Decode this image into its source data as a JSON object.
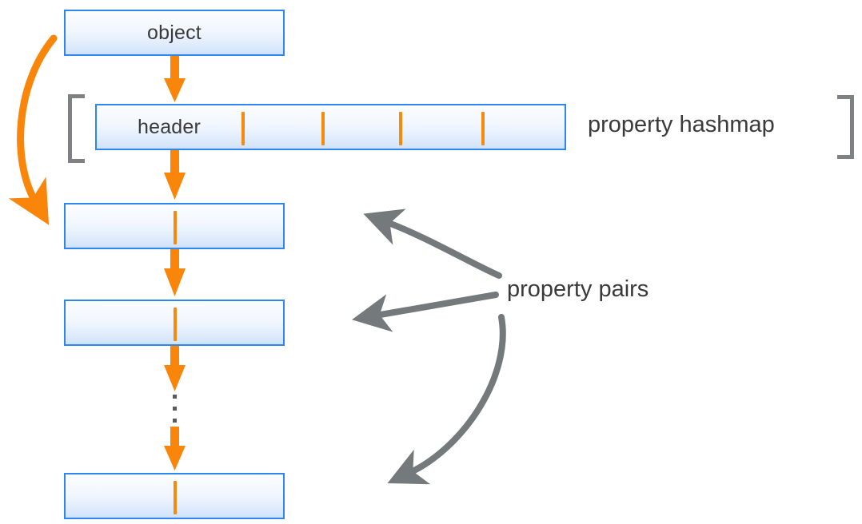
{
  "diagram": {
    "title": "JavaScript object property hashmap layout",
    "colors": {
      "box_border": "#2e86f0",
      "box_fill_top": "#fbfdff",
      "box_fill_bottom": "#cfe2fb",
      "arrow_orange": "#f9860a",
      "tick_orange": "#f68a0c",
      "bracket_gray": "#7f8184",
      "arrow_gray": "#74797c",
      "text": "#3a3a3a",
      "dot_gray": "#5a5a5a"
    },
    "boxes": [
      {
        "id": "object",
        "label": "object"
      },
      {
        "id": "hashmap",
        "label": "header"
      },
      {
        "id": "pair-1",
        "label": ""
      },
      {
        "id": "pair-2",
        "label": ""
      },
      {
        "id": "pair-3",
        "label": ""
      }
    ],
    "labels": {
      "property_hashmap": "property hashmap",
      "property_pairs": "property pairs"
    },
    "hashmap_ticks": 4,
    "ellipsis_dots": 3,
    "icons": {
      "arrow_down": "arrow-down-icon",
      "curved_arrow": "curved-arrow-icon",
      "bracket_left": "bracket-left-icon",
      "bracket_right": "bracket-right-icon",
      "ellipsis": "vertical-ellipsis-icon"
    }
  }
}
